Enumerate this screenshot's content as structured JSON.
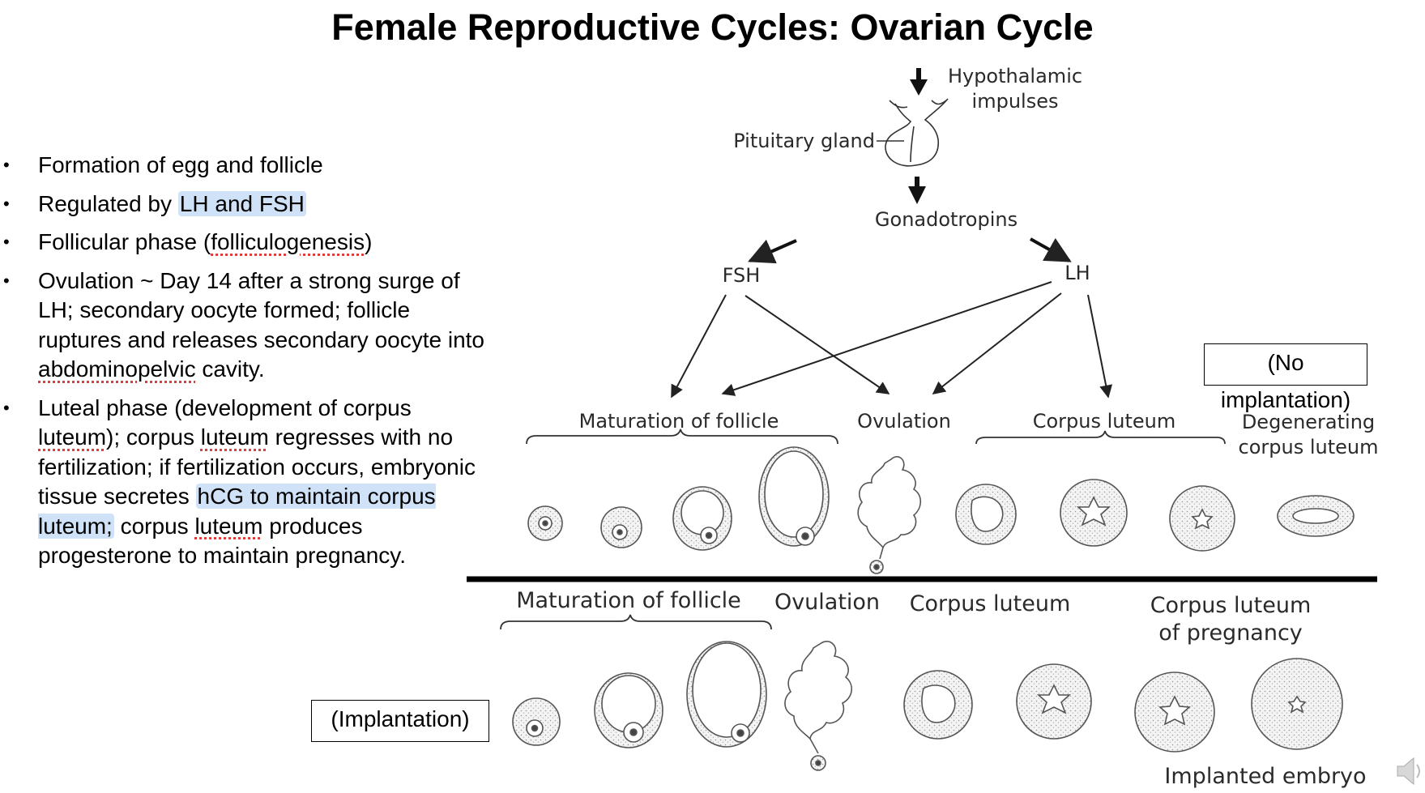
{
  "slide": {
    "title": "Female Reproductive Cycles: Ovarian Cycle"
  },
  "bullets": [
    {
      "parts": [
        "Formation of egg and follicle"
      ]
    },
    {
      "parts": [
        "Regulated by ",
        "LH and FSH"
      ]
    },
    {
      "parts": [
        "Follicular phase (",
        "folliculogenesis",
        ")"
      ]
    },
    {
      "parts": [
        "Ovulation ~ Day 14 after a strong surge of LH; secondary oocyte formed; follicle ruptures and releases secondary oocyte into ",
        "abdominopelvic",
        " cavity."
      ]
    },
    {
      "parts": [
        "Luteal phase (development of corpus ",
        "luteum",
        "); corpus ",
        "luteum",
        " regresses with no fertilization; if fertilization occurs, embryonic tissue secretes ",
        "hCG to maintain corpus luteum;",
        " corpus ",
        "luteum",
        " produces progesterone to maintain pregnancy."
      ]
    }
  ],
  "diagram": {
    "hypothalamic_1": "Hypothalamic",
    "hypothalamic_2": "impulses",
    "pituitary": "Pituitary gland",
    "gonadotropins": "Gonadotropins",
    "fsh": "FSH",
    "lh": "LH",
    "no_implantation": "(No implantation)",
    "implantation": "(Implantation)",
    "top_row": {
      "maturation": "Maturation of follicle",
      "ovulation": "Ovulation",
      "corpus_luteum": "Corpus luteum",
      "degenerating_1": "Degenerating",
      "degenerating_2": "corpus luteum"
    },
    "bottom_row": {
      "maturation": "Maturation of follicle",
      "ovulation": "Ovulation",
      "corpus_luteum": "Corpus luteum",
      "pregnancy_1": "Corpus luteum",
      "pregnancy_2": "of pregnancy",
      "implanted_embryo": "Implanted embryo"
    }
  },
  "icons": {
    "speaker": "speaker-icon"
  }
}
